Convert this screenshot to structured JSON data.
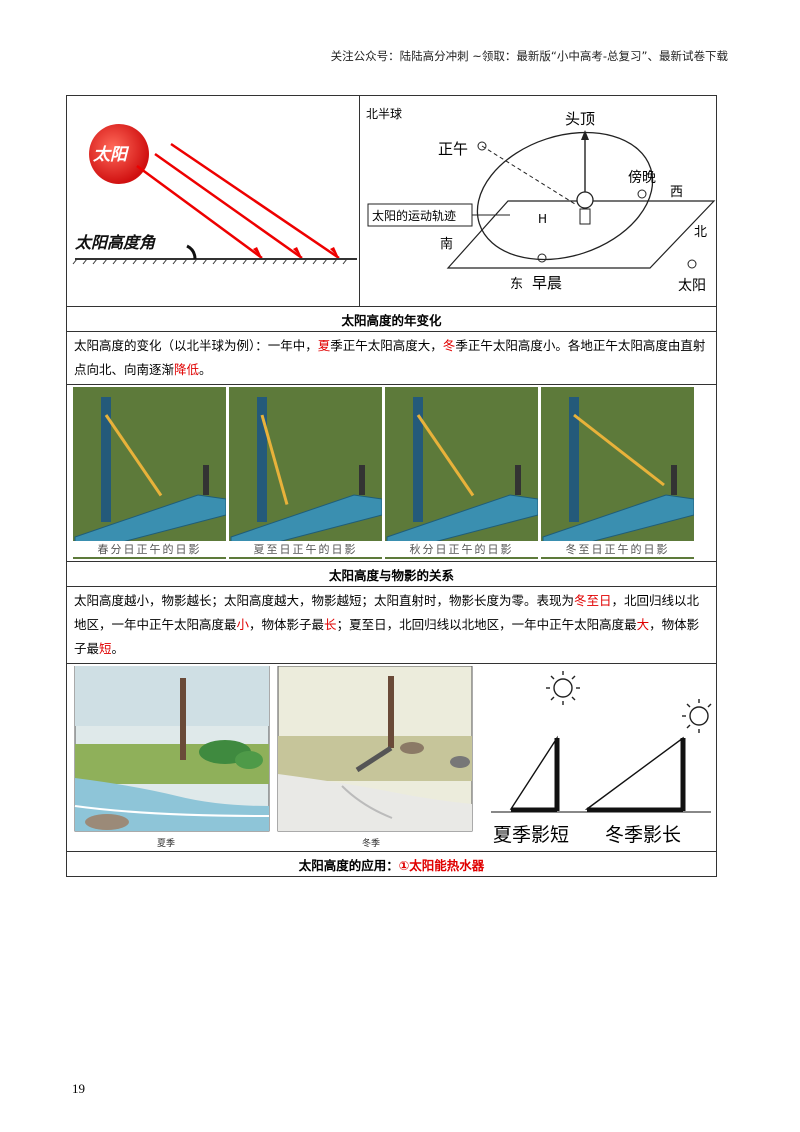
{
  "header_note": "关注公众号：陆陆高分冲刺  ~领取：最新版“小中高考-总复习”、最新试卷下载",
  "page_number": "19",
  "fig1": {
    "sun_label": "太阳",
    "angle_label": "太阳高度角"
  },
  "fig2": {
    "hemisphere": "北半球",
    "zenith": "头顶",
    "noon": "正午",
    "evening": "傍晚",
    "west": "西",
    "north": "北",
    "south": "南",
    "east": "东",
    "morning": "早晨",
    "sun_path": "太阳的运动轨迹",
    "h_label": "H",
    "sun_cut": "太阳"
  },
  "section1": {
    "heading": "太阳高度的年变化",
    "text_1": "太阳高度的变化（以北半球为例）：一年中，",
    "red_summer": "夏",
    "text_2": "季正午太阳高度大，",
    "red_winter": "冬",
    "text_3": "季正午太阳高度小。各地正午太阳高度由直射点向北、向南逐渐",
    "red_decrease": "降低",
    "text_4": "。"
  },
  "photos": [
    {
      "caption": "春分日正午的日影",
      "shadow": 0.55
    },
    {
      "caption": "夏至日正午的日影",
      "shadow": 0.25
    },
    {
      "caption": "秋分日正午的日影",
      "shadow": 0.55
    },
    {
      "caption": "冬至日正午的日影",
      "shadow": 0.9
    }
  ],
  "section2": {
    "heading": "太阳高度与物影的关系",
    "text_1": "太阳高度越小，物影越长；太阳高度越大，物影越短；太阳直射时，物影长度为零。表现为",
    "red_winter_solstice": "冬至日",
    "text_2": "，北回归线以北地区，一年中正午太阳高度最",
    "red_min": "小",
    "text_3": "，物体影子最",
    "red_long": "长",
    "text_4": "；夏至日，北回归线以北地区，一年中正午太阳高度最",
    "red_max": "大",
    "text_5": "，物体影子最",
    "red_short": "短",
    "text_6": "。"
  },
  "season_pics": {
    "summer_caption": "夏季",
    "winter_caption": "冬季"
  },
  "shadow_diagram": {
    "summer": "夏季影短",
    "winter": "冬季影长"
  },
  "section3": {
    "heading_prefix": "太阳高度的应用：",
    "heading_red": "①太阳能热水器"
  }
}
